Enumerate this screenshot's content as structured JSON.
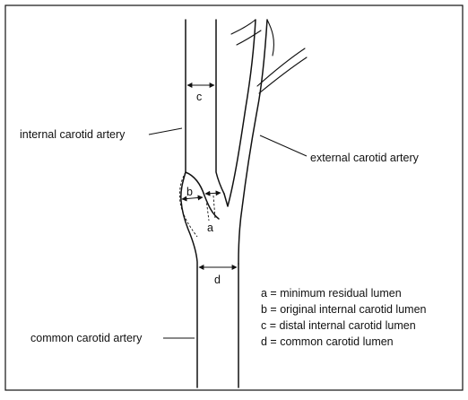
{
  "labels": {
    "internal_carotid": "internal carotid artery",
    "external_carotid": "external carotid artery",
    "common_carotid": "common carotid artery"
  },
  "measurements": {
    "a": "a",
    "b": "b",
    "c": "c",
    "d": "d"
  },
  "legend": [
    "a = minimum residual lumen",
    "b = original internal carotid lumen",
    "c = distal internal carotid lumen",
    "d = common carotid lumen"
  ]
}
